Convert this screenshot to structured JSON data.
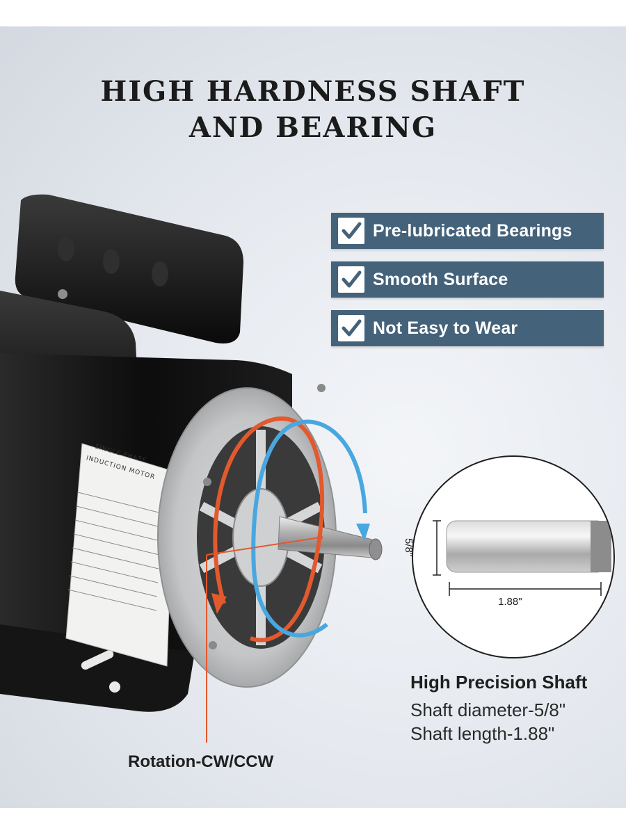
{
  "header": {
    "line1": "HIGH HARDNESS SHAFT",
    "line2": "AND BEARING"
  },
  "features": [
    {
      "label": "Pre-lubricated Bearings",
      "icon": "checkmark-icon"
    },
    {
      "label": "Smooth Surface",
      "icon": "checkmark-icon"
    },
    {
      "label": "Not Easy to Wear",
      "icon": "checkmark-icon"
    }
  ],
  "colors": {
    "feature_bg": "#44627a",
    "cw_arrow": "#e3592e",
    "ccw_arrow": "#49a7e0",
    "motor_body": "#111111"
  },
  "nameplate": {
    "line1": "SINGLE PHASE",
    "line2": "INDUCTION MOTOR"
  },
  "shaft_zoom": {
    "diameter_label": "5/8\"",
    "length_label": "1.88\""
  },
  "specs": {
    "title": "High Precision Shaft",
    "diameter": "Shaft diameter-5/8\"",
    "length": "Shaft length-1.88\""
  },
  "rotation_label": "Rotation-CW/CCW"
}
